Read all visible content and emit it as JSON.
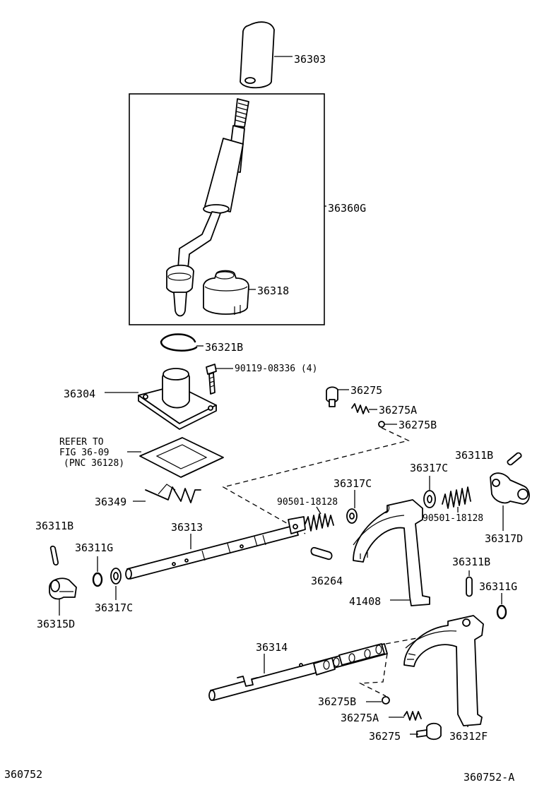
{
  "diagram_code": "360752",
  "diagram_code_right": "360752-A",
  "parts": {
    "p36303": "36303",
    "p36360G": "36360G",
    "p36318": "36318",
    "p36321B": "36321B",
    "p90119": "90119-08336 (4)",
    "p36304": "36304",
    "p36275_top": "36275",
    "p36275A_top": "36275A",
    "p36275B_top": "36275B",
    "p36311B_right": "36311B",
    "p36317C_right": "36317C",
    "p36317C_mid": "36317C",
    "p90501_left": "90501-18128",
    "p90501_right": "90501-18128",
    "p36349": "36349",
    "p36317D": "36317D",
    "p36311B_left": "36311B",
    "p36313": "36313",
    "p36311G_left": "36311G",
    "p36264": "36264",
    "p36311B_low": "36311B",
    "p36311G_right": "36311G",
    "p41408": "41408",
    "p36315D": "36315D",
    "p36317C_low": "36317C",
    "p36314": "36314",
    "p36275B_low": "36275B",
    "p36275A_low": "36275A",
    "p36275_low": "36275",
    "p36312F": "36312F"
  },
  "refer_note": {
    "line1": "REFER TO",
    "line2": "FIG 36-09",
    "line3": "(PNC 36128)"
  }
}
